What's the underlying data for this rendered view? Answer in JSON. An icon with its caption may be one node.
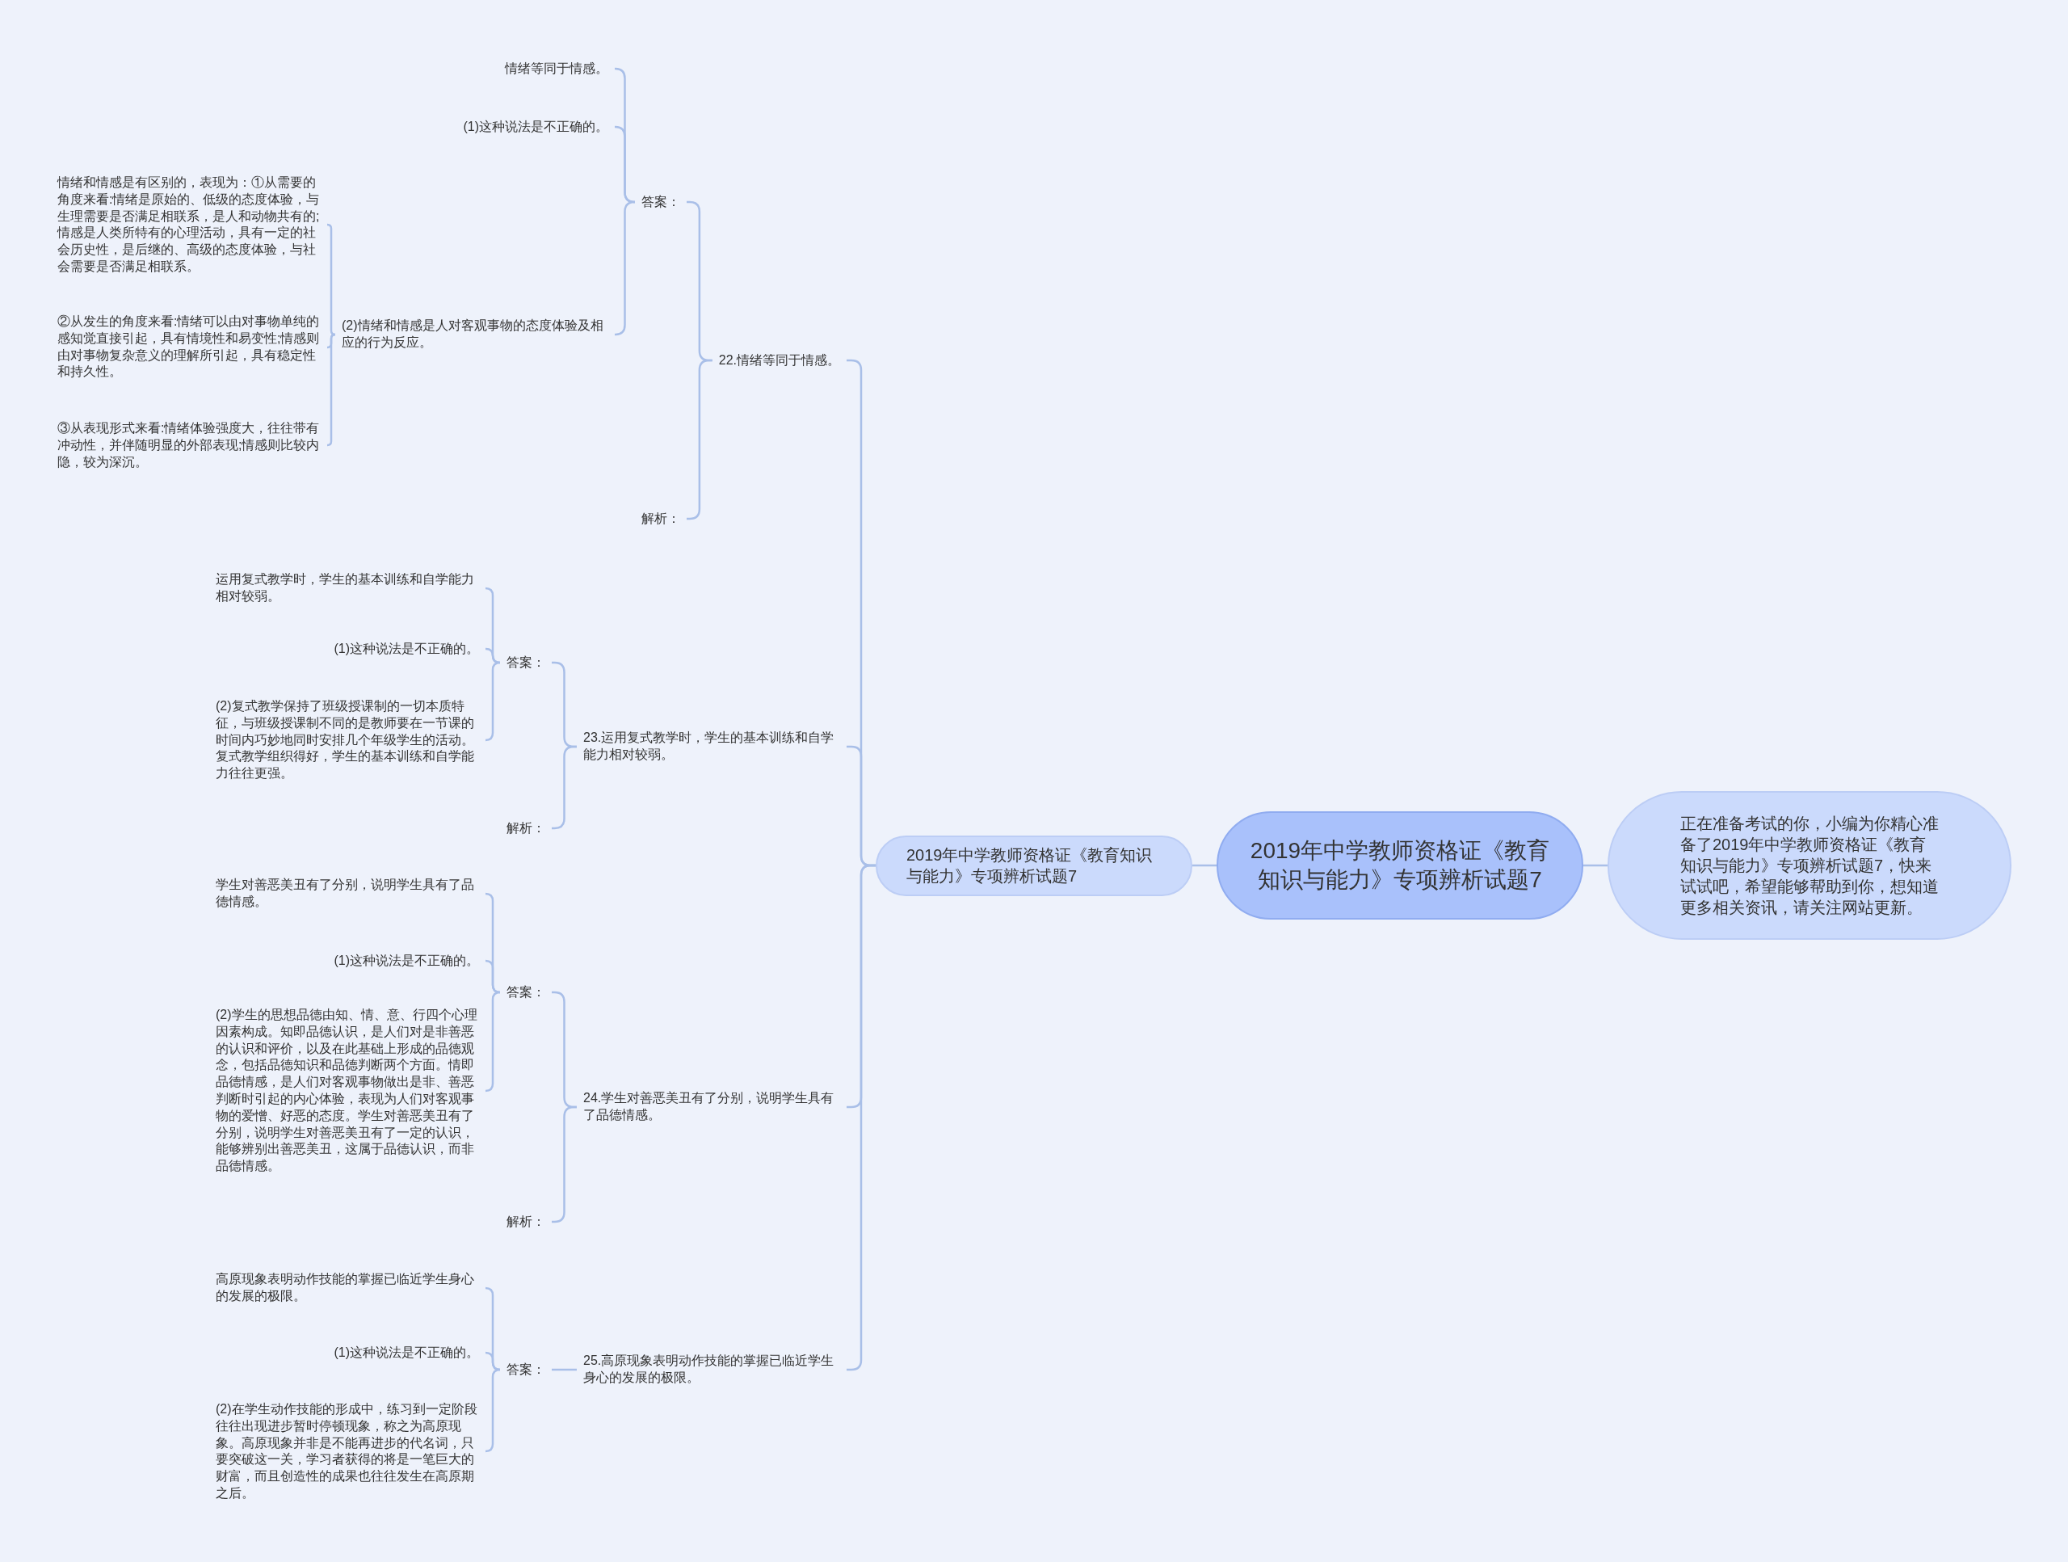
{
  "diagram": {
    "nodes": [
      {
        "text": [
          "2019年中学教师资格证《教育知识与能力》专项辨析试题7"
        ]
      },
      {
        "text": [
          "正在准备考试的你，小编为你精心准备了2019年中学教师资格证《教育知识与能力》专项辨析试题7，快来试试吧，希望能够帮助到你，想知道更多相关资讯，请关注网站更新。"
        ]
      },
      {
        "text": [
          "2019年中学教师资格证《教育知识与能力》专项辨析试题7"
        ]
      },
      {
        "text": [
          "22.情绪等同于情感。"
        ]
      },
      {
        "text": [
          "答案："
        ]
      },
      {
        "text": [
          "情绪等同于情感。"
        ]
      },
      {
        "text": [
          "(1)这种说法是不正确的。"
        ]
      },
      {
        "text": [
          "(2)情绪和情感是人对客观事物的态度体验及相应的行为反应。"
        ]
      },
      {
        "text": [
          "情绪和情感是有区别的，表现为：①从需要的角度来看:情绪是原始的、低级的态度体验，与生理需要是否满足相联系，是人和动物共有的;情感是人类所特有的心理活动，具有一定的社会历史性，是后继的、高级的态度体验，与社会需要是否满足相联系。"
        ]
      },
      {
        "text": [
          "②从发生的角度来看:情绪可以由对事物单纯的感知觉直接引起，具有情境性和易变性;情感则由对事物复杂意义的理解所引起，具有稳定性和持久性。"
        ]
      },
      {
        "text": [
          "③从表现形式来看:情绪体验强度大，往往带有冲动性，并伴随明显的外部表现;情感则比较内隐，较为深沉。"
        ]
      },
      {
        "text": [
          "解析："
        ]
      },
      {
        "text": [
          "23.运用复式教学时，学生的基本训练和自学能力相对较弱。"
        ]
      },
      {
        "text": [
          "答案："
        ]
      },
      {
        "text": [
          "运用复式教学时，学生的基本训练和自学能力相对较弱。"
        ]
      },
      {
        "text": [
          "(1)这种说法是不正确的。"
        ]
      },
      {
        "text": [
          "(2)复式教学保持了班级授课制的一切本质特征，与班级授课制不同的是教师要在一节课的时间内巧妙地同时安排几个年级学生的活动。复式教学组织得好，学生的基本训练和自学能力往往更强。"
        ]
      },
      {
        "text": [
          "解析："
        ]
      },
      {
        "text": [
          "24.学生对善恶美丑有了分别，说明学生具有了品德情感。"
        ]
      },
      {
        "text": [
          "答案："
        ]
      },
      {
        "text": [
          "学生对善恶美丑有了分别，说明学生具有了品德情感。"
        ]
      },
      {
        "text": [
          "(1)这种说法是不正确的。"
        ]
      },
      {
        "text": [
          "(2)学生的思想品德由知、情、意、行四个心理因素构成。知即品德认识，是人们对是非善恶的认识和评价，以及在此基础上形成的品德观念，包括品德知识和品德判断两个方面。情即品德情感，是人们对客观事物做出是非、善恶判断时引起的内心体验，表现为人们对客观事物的爱憎、好恶的态度。学生对善恶美丑有了分别，说明学生对善恶美丑有了一定的认识，能够辨别出善恶美丑，这属于品德认识，而非品德情感。"
        ]
      },
      {
        "text": [
          "解析："
        ]
      },
      {
        "text": [
          "25.高原现象表明动作技能的掌握已临近学生身心的发展的极限。"
        ]
      },
      {
        "text": [
          "答案："
        ]
      },
      {
        "text": [
          "高原现象表明动作技能的掌握已临近学生身心的发展的极限。"
        ]
      },
      {
        "text": [
          "(1)这种说法是不正确的。"
        ]
      },
      {
        "text": [
          "(2)在学生动作技能的形成中，练习到一定阶段往往出现进步暂时停顿现象，称之为高原现象。高原现象并非是不能再进步的代名词，只要突破这一关，学习者获得的将是一笔巨大的财富，而且创造性的成果也往往发生在高原期之后。"
        ]
      }
    ],
    "edges": [
      {
        "from": 0,
        "to": 1,
        "arrow": "none"
      },
      {
        "from": 0,
        "to": 2,
        "arrow": "none"
      },
      {
        "from": 2,
        "to": 3,
        "arrow": "none"
      },
      {
        "from": 2,
        "to": 12,
        "arrow": "none"
      },
      {
        "from": 2,
        "to": 18,
        "arrow": "none"
      },
      {
        "from": 2,
        "to": 24,
        "arrow": "none"
      },
      {
        "from": 3,
        "to": 4,
        "arrow": "none"
      },
      {
        "from": 3,
        "to": 11,
        "arrow": "none"
      },
      {
        "from": 4,
        "to": 5,
        "arrow": "none"
      },
      {
        "from": 4,
        "to": 6,
        "arrow": "none"
      },
      {
        "from": 4,
        "to": 7,
        "arrow": "none"
      },
      {
        "from": 7,
        "to": 8,
        "arrow": "none"
      },
      {
        "from": 7,
        "to": 9,
        "arrow": "none"
      },
      {
        "from": 7,
        "to": 10,
        "arrow": "none"
      },
      {
        "from": 12,
        "to": 13,
        "arrow": "none"
      },
      {
        "from": 12,
        "to": 17,
        "arrow": "none"
      },
      {
        "from": 13,
        "to": 14,
        "arrow": "none"
      },
      {
        "from": 13,
        "to": 15,
        "arrow": "none"
      },
      {
        "from": 13,
        "to": 16,
        "arrow": "none"
      },
      {
        "from": 18,
        "to": 19,
        "arrow": "none"
      },
      {
        "from": 18,
        "to": 23,
        "arrow": "none"
      },
      {
        "from": 19,
        "to": 20,
        "arrow": "none"
      },
      {
        "from": 19,
        "to": 21,
        "arrow": "none"
      },
      {
        "from": 19,
        "to": 22,
        "arrow": "none"
      },
      {
        "from": 24,
        "to": 25,
        "arrow": "none"
      },
      {
        "from": 25,
        "to": 26,
        "arrow": "none"
      },
      {
        "from": 25,
        "to": 27,
        "arrow": "none"
      },
      {
        "from": 25,
        "to": 28,
        "arrow": "none"
      }
    ]
  }
}
